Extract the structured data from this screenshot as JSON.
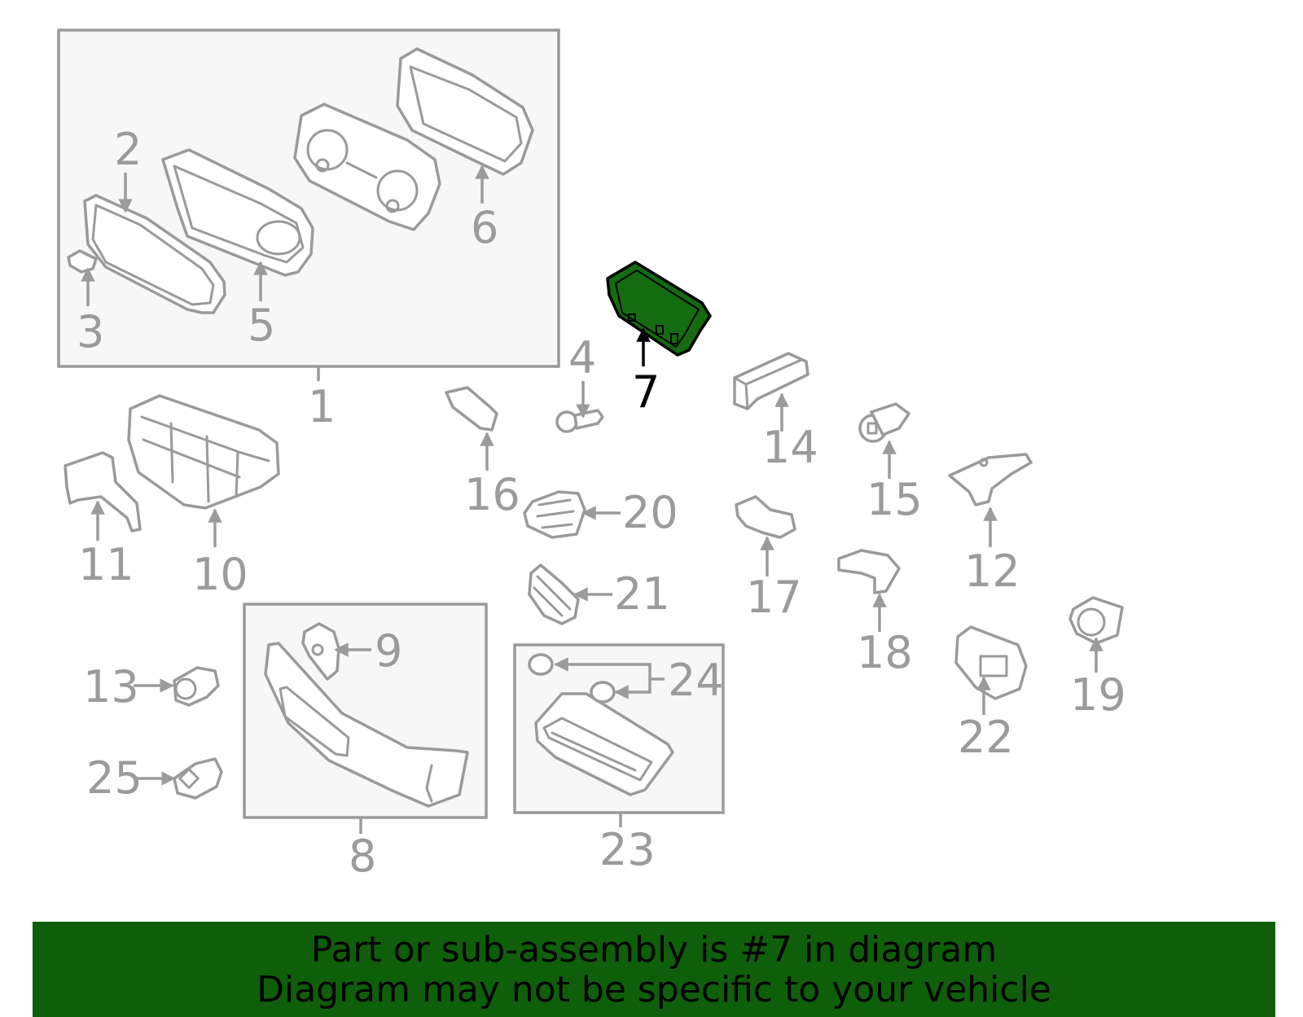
{
  "diagram": {
    "highlight_color": "#146b10",
    "highlighted_callout": "7",
    "callouts": {
      "c1": "1",
      "c2": "2",
      "c3": "3",
      "c4": "4",
      "c5": "5",
      "c6": "6",
      "c7": "7",
      "c8": "8",
      "c9": "9",
      "c10": "10",
      "c11": "11",
      "c12": "12",
      "c13": "13",
      "c14": "14",
      "c15": "15",
      "c16": "16",
      "c17": "17",
      "c18": "18",
      "c19": "19",
      "c20": "20",
      "c21": "21",
      "c22": "22",
      "c23": "23",
      "c24": "24",
      "c25": "25"
    }
  },
  "banner": {
    "background": "#0f5e0a",
    "line1": "Part or sub-assembly is #7 in diagram",
    "line2": "Diagram may not be specific to your vehicle"
  }
}
